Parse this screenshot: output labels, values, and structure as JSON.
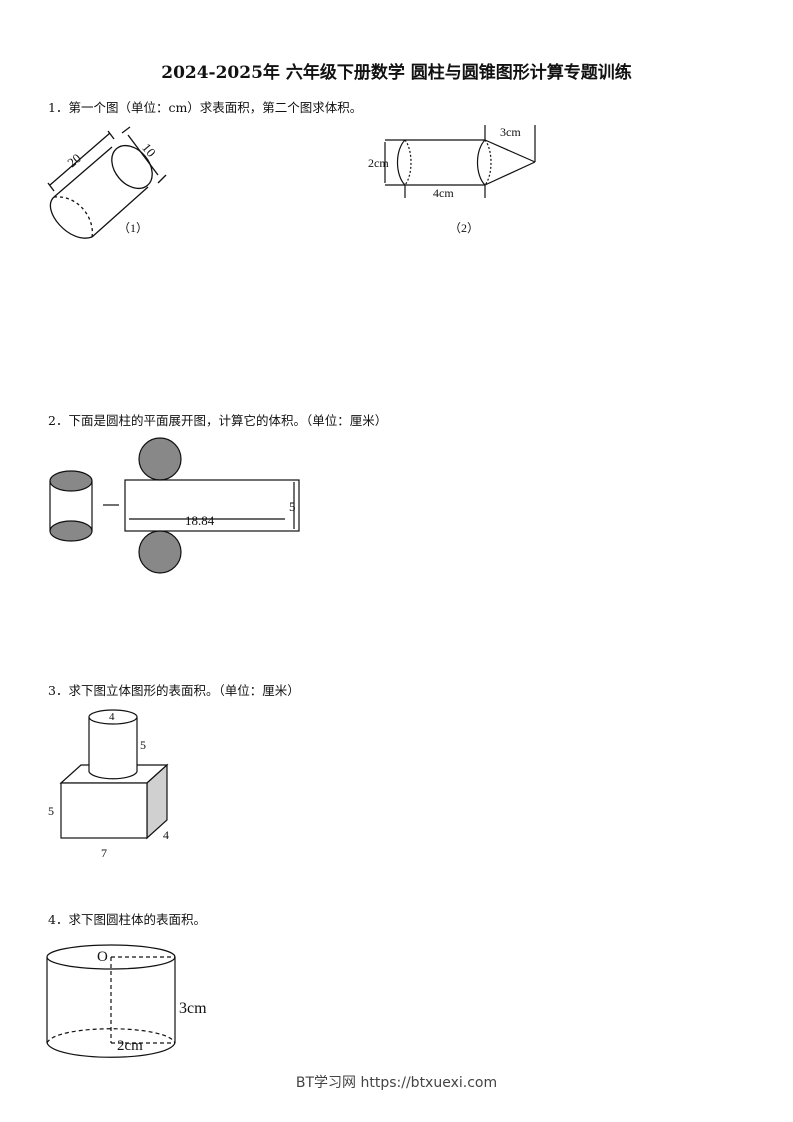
{
  "title": "2024-2025年 六年级下册数学 圆柱与圆锥图形计算专题训练",
  "questions": [
    {
      "text": "1．第一个图（单位：cm）求表面积，第二个图求体积。",
      "fig1": {
        "length": "20",
        "diameter": "10",
        "caption": "（1）"
      },
      "fig2": {
        "diameter": "2cm",
        "length": "4cm",
        "cone_height": "3cm",
        "caption": "（2）"
      }
    },
    {
      "text": "2．下面是圆柱的平面展开图，计算它的体积。（单位：厘米）",
      "fig": {
        "length": "18.84",
        "width": "5"
      }
    },
    {
      "text": "3．求下图立体图形的表面积。（单位：厘米）",
      "fig": {
        "cyl_diameter": "4",
        "cyl_height": "5",
        "box_height": "5",
        "box_depth": "4",
        "box_length": "7"
      }
    },
    {
      "text": "4．求下图圆柱体的表面积。",
      "fig": {
        "center": "O",
        "height": "3cm",
        "radius": "2cm"
      }
    }
  ],
  "footer": "BT学习网 https://btxuexi.com",
  "colors": {
    "fill_gray": "#888888",
    "side_gray": "#d0d0d0"
  }
}
